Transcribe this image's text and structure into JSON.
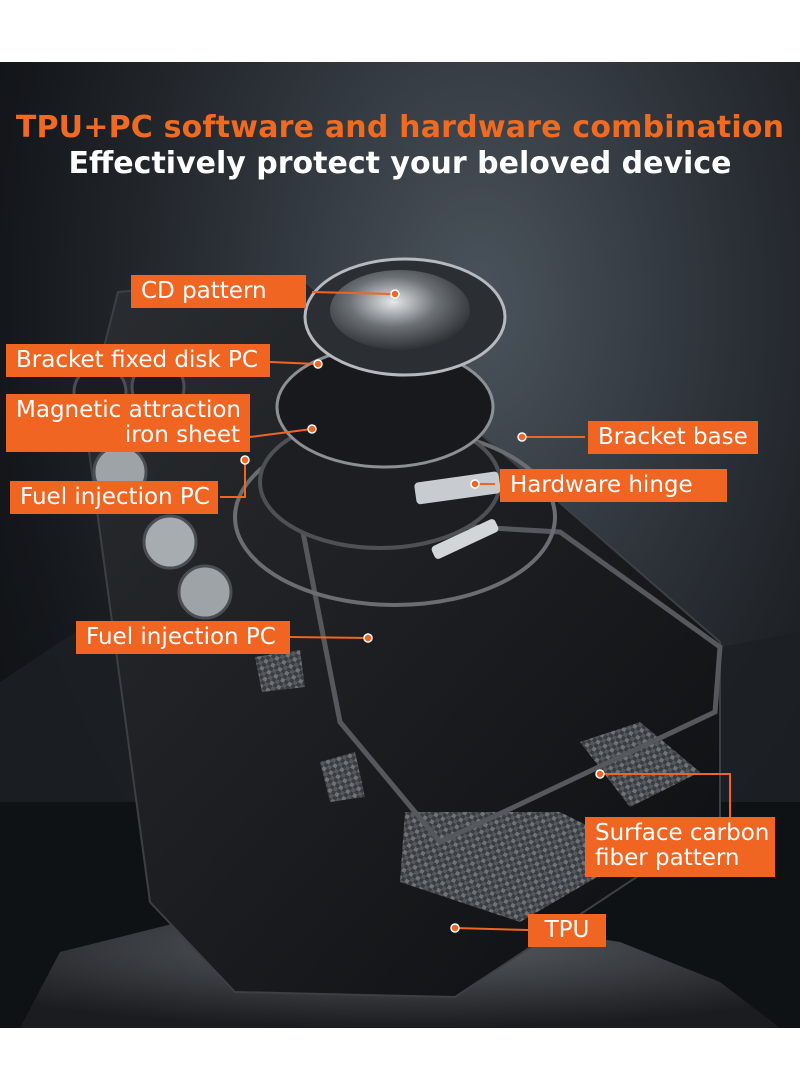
{
  "headline": {
    "line1": "TPU+PC software and hardware combination",
    "line2": "Effectively protect your beloved device"
  },
  "labels": {
    "cd_pattern": "CD pattern",
    "bracket_fixed_disk": "Bracket fixed disk PC",
    "magnetic_line1": "Magnetic attraction",
    "magnetic_line2": "iron sheet",
    "bracket_base": "Bracket base",
    "hardware_hinge": "Hardware hinge",
    "fuel_injection_1": "Fuel injection PC",
    "fuel_injection_2": "Fuel injection PC",
    "surface_line1": "Surface carbon",
    "surface_line2": "fiber pattern",
    "tpu": "TPU"
  },
  "colors": {
    "accent": "#f06522",
    "headline_orange": "#f06a20",
    "headline_white": "#ffffff",
    "background_dark": "#14171b"
  }
}
